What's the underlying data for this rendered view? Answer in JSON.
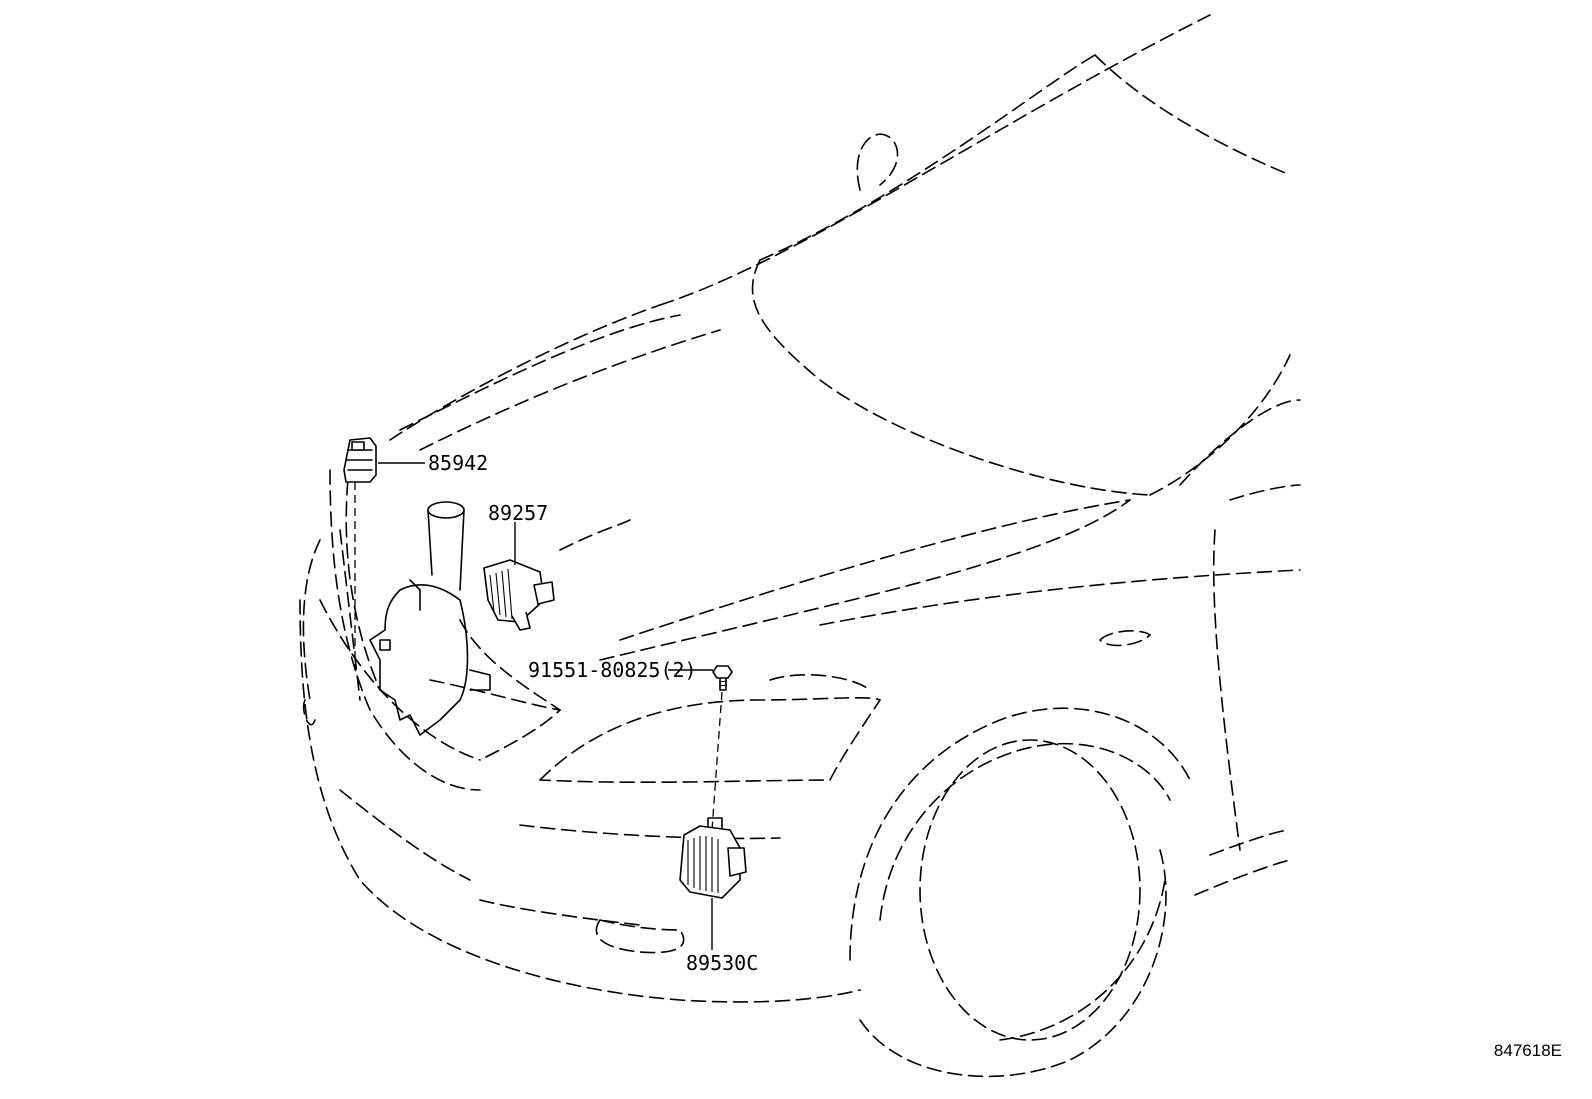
{
  "parts": [
    {
      "id": "p1",
      "number": "85942"
    },
    {
      "id": "p2",
      "number": "89257"
    },
    {
      "id": "p3",
      "number": "91551-80825(2)"
    },
    {
      "id": "p4",
      "number": "89530C"
    }
  ],
  "reference_code": "847618E"
}
